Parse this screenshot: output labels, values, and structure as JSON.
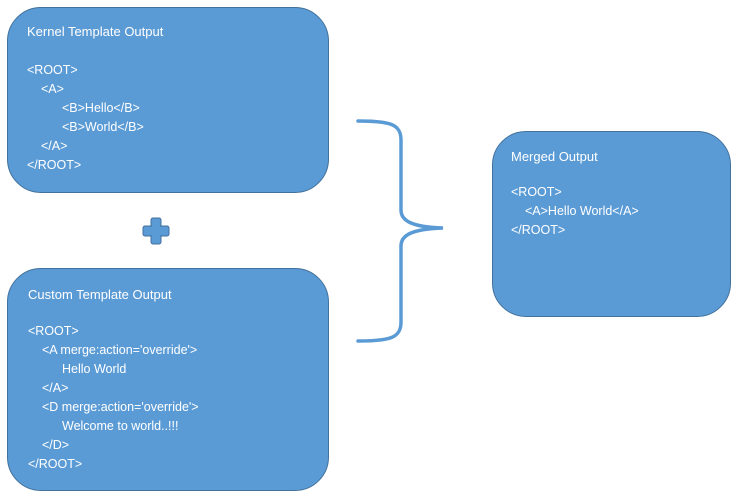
{
  "kernel": {
    "title": "Kernel Template Output",
    "lines": [
      "<ROOT>",
      "<A>",
      "<B>Hello</B>",
      "<B>World</B>",
      "</A>",
      "</ROOT>"
    ]
  },
  "custom": {
    "title": "Custom Template Output",
    "lines": [
      "<ROOT>",
      "<A merge:action='override'>",
      "Hello World",
      "</A>",
      "<D merge:action='override'>",
      "Welcome to world..!!!",
      "</D>",
      "</ROOT>"
    ]
  },
  "merged": {
    "title": "Merged Output",
    "lines": [
      "<ROOT>",
      "<A>Hello World</A>",
      "</ROOT>"
    ]
  },
  "colors": {
    "box_fill": "#5b9bd5",
    "box_border": "#41719c",
    "text": "#ffffff"
  },
  "icons": {
    "plus": "plus-icon",
    "brace": "right-curly-brace"
  }
}
